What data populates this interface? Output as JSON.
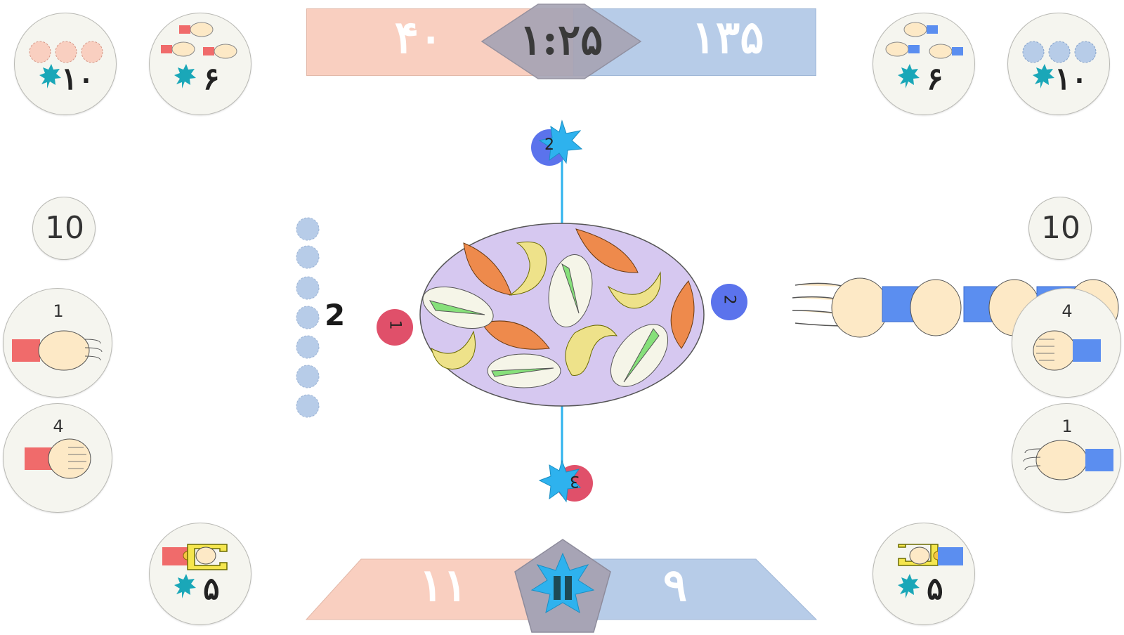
{
  "top_bar": {
    "red_score": "۴۰",
    "blue_score": "۱۳۵",
    "timer": "۱:۲۵"
  },
  "bottom_bar": {
    "red_count": "۱۱",
    "blue_count": "۹"
  },
  "red_side": {
    "dots_reward": "۱۰",
    "hands_reward": "۶",
    "claw_reward": "۵",
    "total_left": "10",
    "open_hand_label": "1",
    "fist_label": "4"
  },
  "blue_side": {
    "dots_reward": "۱۰",
    "hands_reward": "۶",
    "claw_reward": "۵",
    "total_left": "10",
    "fist_label": "4",
    "open_hand_label": "1"
  },
  "board": {
    "stack_count": "2",
    "marker_red_left": "1",
    "marker_blue_right": "2",
    "marker_blue_top": "2",
    "marker_red_bottom": "3"
  },
  "colors": {
    "red_light": "#f9cfc0",
    "blue_light": "#b7cce8",
    "red": "#f06b6b",
    "blue": "#5b8ef0",
    "plate": "#d6c8f0",
    "star": "#2eb2ee"
  },
  "icons": [
    "star-icon",
    "pause-icon",
    "open-hand-icon",
    "fist-icon",
    "claw-icon",
    "hands-icon",
    "dots-icon"
  ]
}
